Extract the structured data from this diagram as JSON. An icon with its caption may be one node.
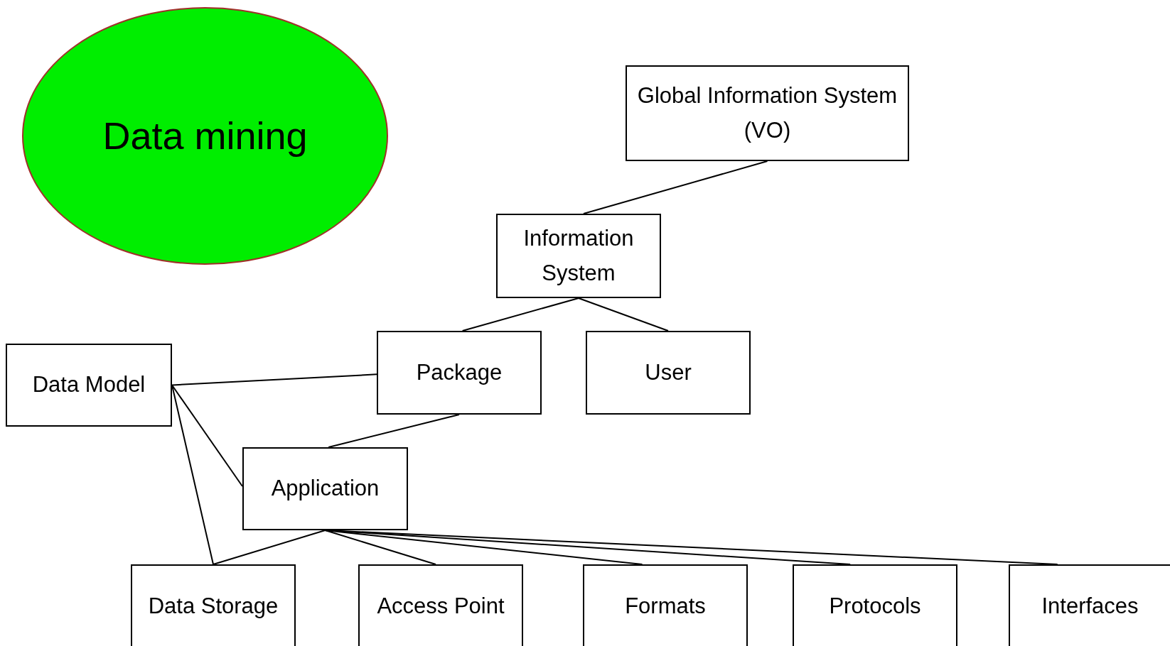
{
  "diagram": {
    "nodes": [
      {
        "text": [
          "Data mining"
        ]
      },
      {
        "text": [
          "Global Information System (VO)"
        ]
      },
      {
        "text": [
          "Information System"
        ]
      },
      {
        "text": [
          "Package"
        ]
      },
      {
        "text": [
          "User"
        ]
      },
      {
        "text": [
          "Data Model"
        ]
      },
      {
        "text": [
          "Application"
        ]
      },
      {
        "text": [
          "Data Storage"
        ]
      },
      {
        "text": [
          "Access Point"
        ]
      },
      {
        "text": [
          "Formats"
        ]
      },
      {
        "text": [
          "Protocols"
        ]
      },
      {
        "text": [
          "Interfaces"
        ]
      }
    ],
    "edges": [
      {
        "from": 1,
        "to": 2,
        "arrow": "none"
      },
      {
        "from": 2,
        "to": 3,
        "arrow": "none"
      },
      {
        "from": 2,
        "to": 4,
        "arrow": "none"
      },
      {
        "from": 5,
        "to": 3,
        "arrow": "none"
      },
      {
        "from": 3,
        "to": 6,
        "arrow": "none"
      },
      {
        "from": 5,
        "to": 6,
        "arrow": "none"
      },
      {
        "from": 5,
        "to": 7,
        "arrow": "none"
      },
      {
        "from": 6,
        "to": 7,
        "arrow": "none"
      },
      {
        "from": 6,
        "to": 8,
        "arrow": "none"
      },
      {
        "from": 6,
        "to": 9,
        "arrow": "none"
      },
      {
        "from": 6,
        "to": 10,
        "arrow": "none"
      },
      {
        "from": 6,
        "to": 11,
        "arrow": "none"
      }
    ]
  }
}
